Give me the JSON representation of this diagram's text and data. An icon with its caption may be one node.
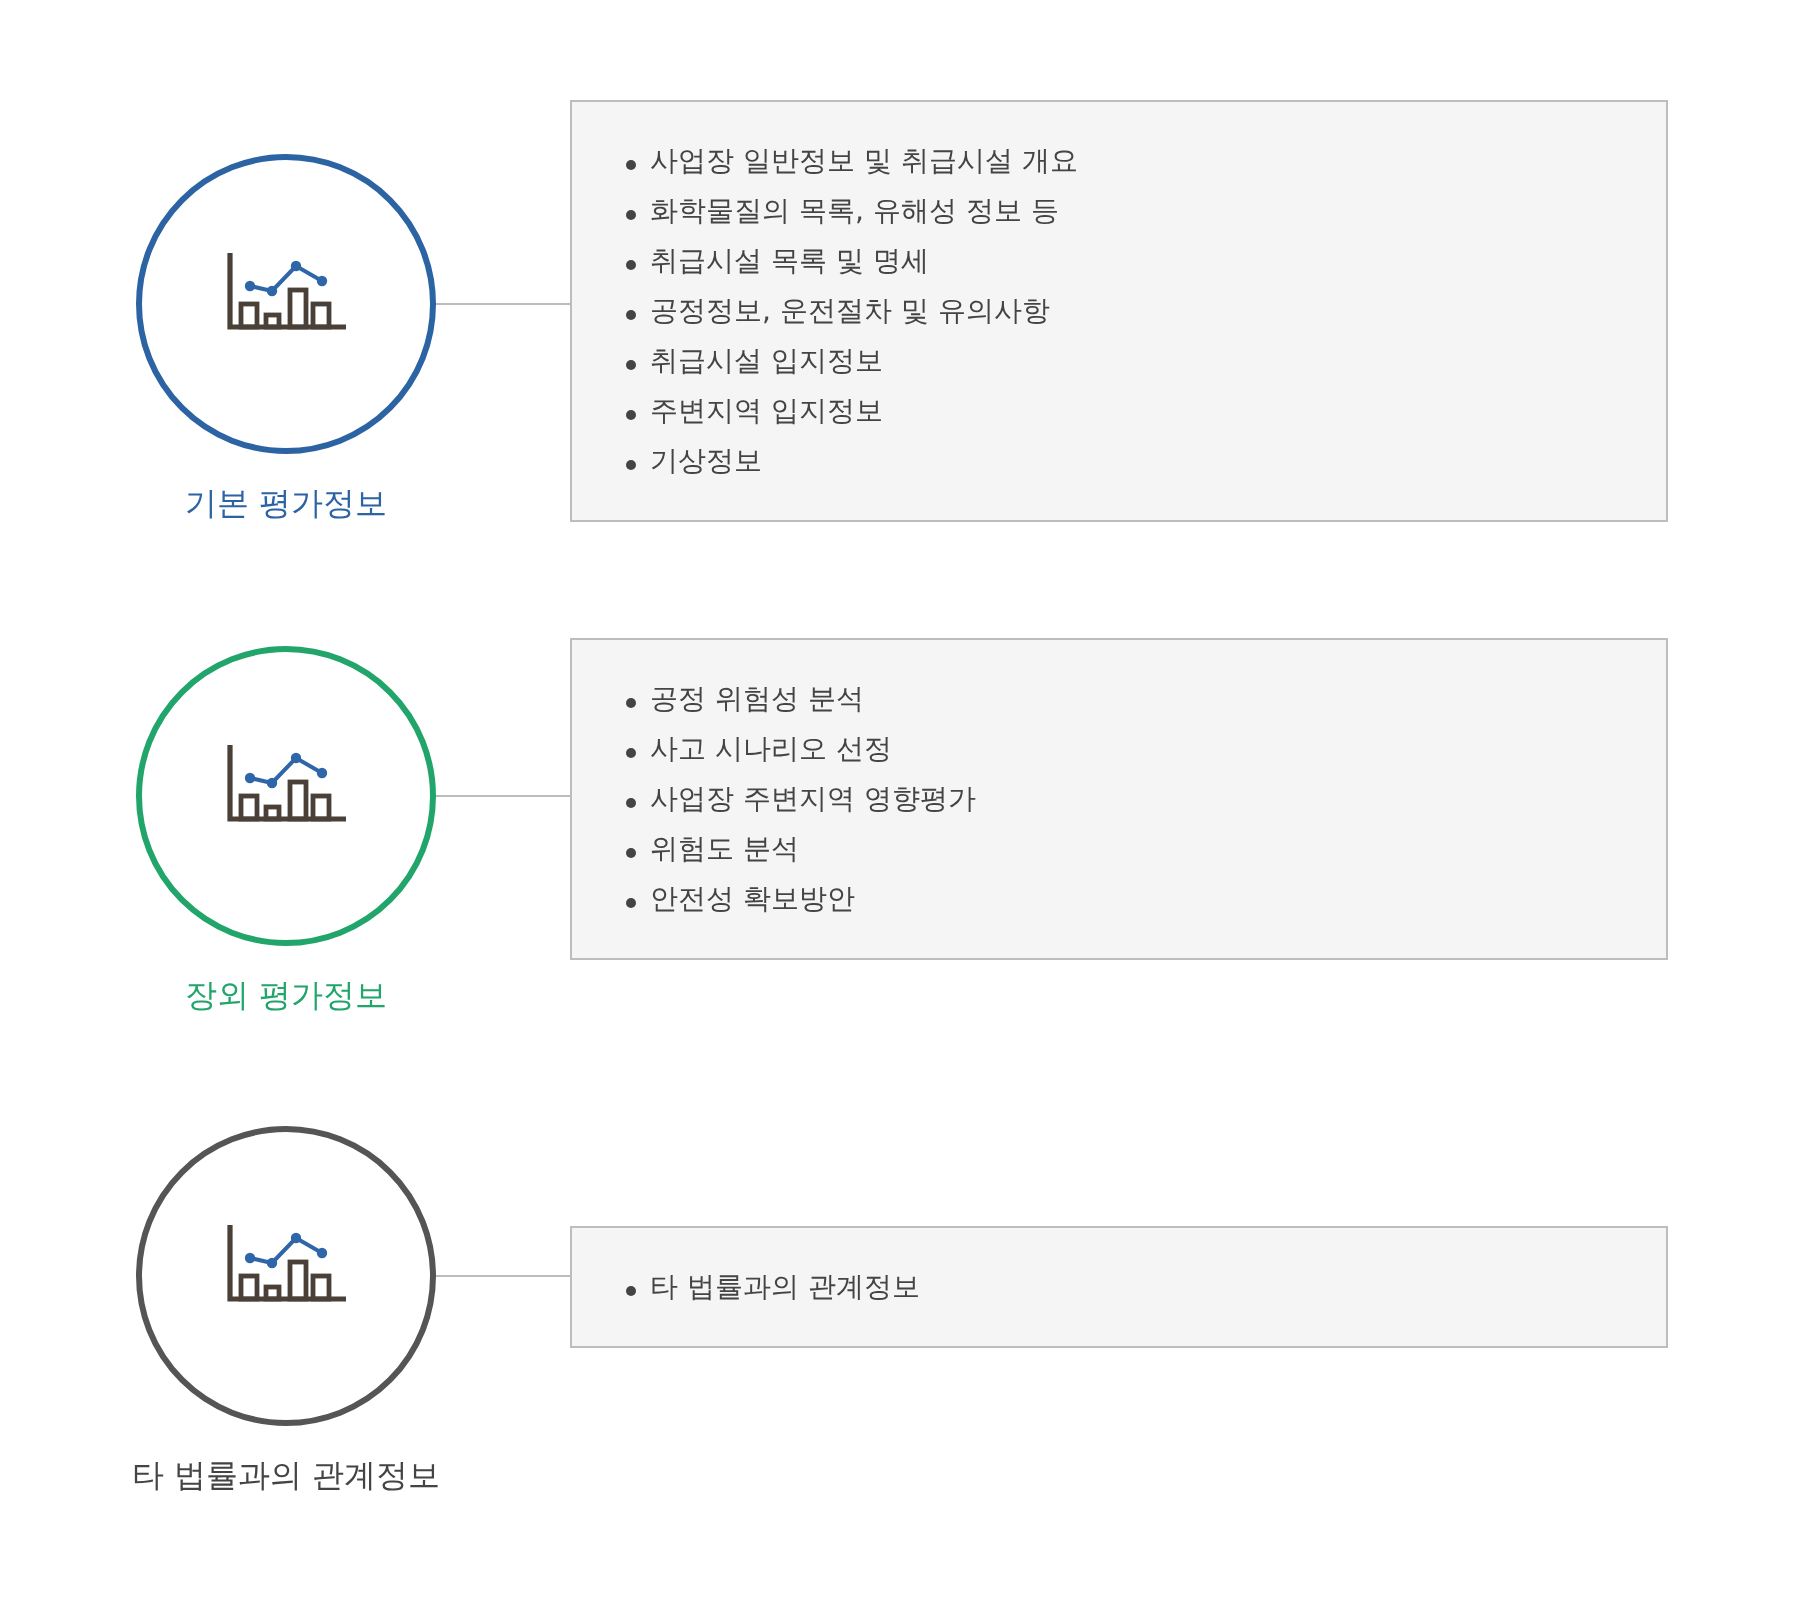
{
  "diagram": {
    "nodes": [
      {
        "text": [
          "기본 평가정보"
        ]
      },
      {
        "text": [
          "사업장 일반정보 및 취급시설 개요",
          "화학물질의 목록, 유해성 정보 등",
          "취급시설 목록 및 명세",
          "공정정보, 운전절차 및 유의사항",
          "취급시설 입지정보",
          "주변지역 입지정보",
          "기상정보"
        ]
      },
      {
        "text": [
          "장외 평가정보"
        ]
      },
      {
        "text": [
          "공정 위험성 분석",
          "사고 시나리오 선정",
          "사업장 주변지역 영향평가",
          "위험도 분석",
          "안전성 확보방안"
        ]
      },
      {
        "text": [
          "타 법률과의 관계정보"
        ]
      },
      {
        "text": [
          "타 법률과의 관계정보"
        ]
      }
    ],
    "edges": [
      {
        "from": 0,
        "to": 1,
        "arrow": "none"
      },
      {
        "from": 2,
        "to": 3,
        "arrow": "none"
      },
      {
        "from": 4,
        "to": 5,
        "arrow": "none"
      }
    ]
  }
}
